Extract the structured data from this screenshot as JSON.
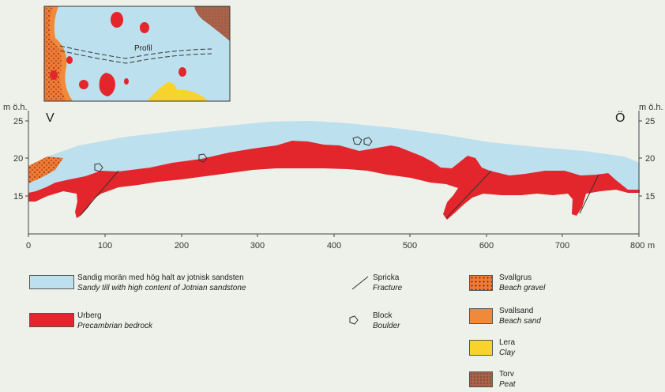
{
  "inset_map": {
    "profile_label": "Profil"
  },
  "axes": {
    "y_unit_left": "m ö.h.",
    "y_unit_right": "m ö.h.",
    "x_unit": "m",
    "y_ticks": [
      "25",
      "20",
      "15"
    ],
    "x_ticks": [
      "0",
      "100",
      "200",
      "300",
      "400",
      "500",
      "600",
      "700",
      "800"
    ],
    "west_label": "V",
    "east_label": "Ö"
  },
  "legend": [
    {
      "key": "till",
      "sv": "Sandig morän med hög halt av jotnisk sandsten",
      "en": "Sandy till with high content of Jotnian sandstone",
      "color": "#bde0ef"
    },
    {
      "key": "bedrock",
      "sv": "Urberg",
      "en": "Precambrian bedrock",
      "color": "#e2262b"
    },
    {
      "key": "fracture",
      "sv": "Spricka",
      "en": "Fracture"
    },
    {
      "key": "boulder",
      "sv": "Block",
      "en": "Boulder"
    },
    {
      "key": "gravel",
      "sv": "Svallgrus",
      "en": "Beach gravel",
      "color": "#ef7a35"
    },
    {
      "key": "sand",
      "sv": "Svallsand",
      "en": "Beach sand",
      "color": "#f08a3a"
    },
    {
      "key": "clay",
      "sv": "Lera",
      "en": "Clay",
      "color": "#f7d32b"
    },
    {
      "key": "peat",
      "sv": "Torv",
      "en": "Peat",
      "color": "#a9634a"
    }
  ]
}
